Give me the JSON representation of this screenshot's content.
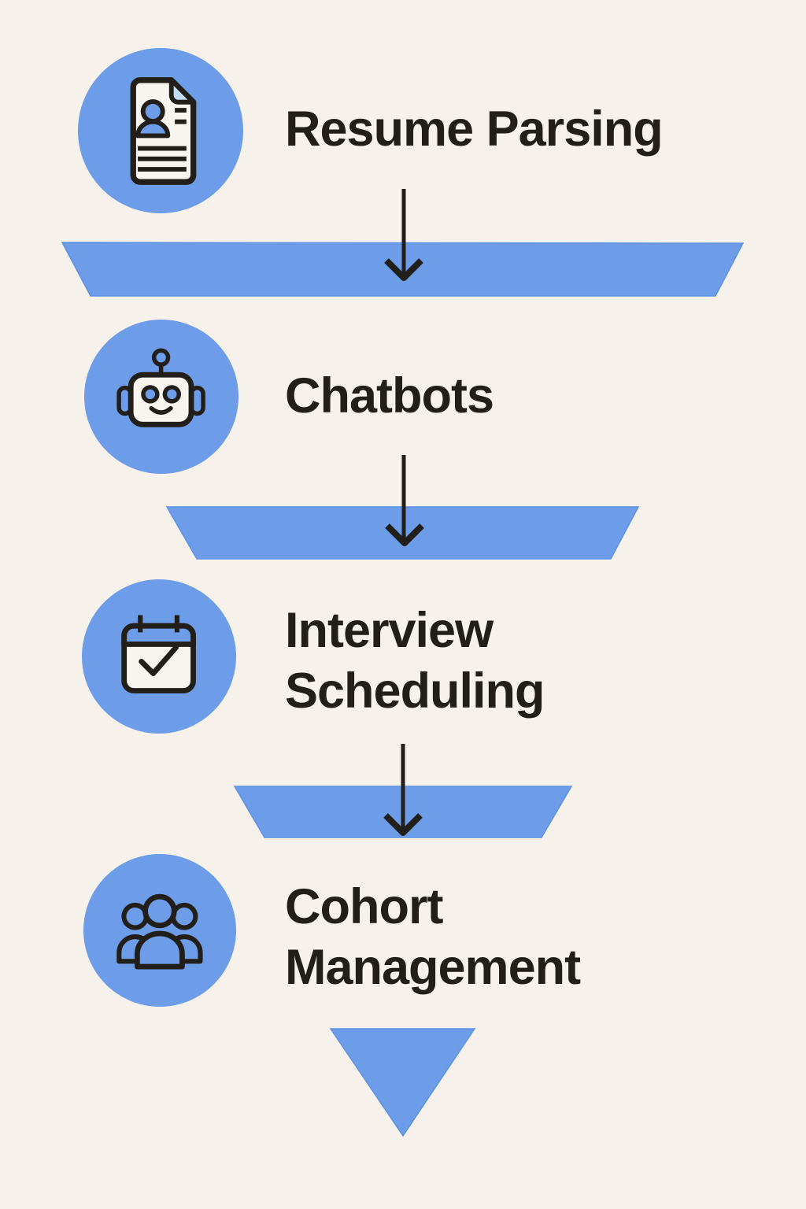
{
  "diagram": {
    "type": "funnel",
    "stages": [
      {
        "label": "Resume Parsing",
        "icon": "resume-document-icon"
      },
      {
        "label": "Chatbots",
        "icon": "robot-icon"
      },
      {
        "label": "Interview Scheduling",
        "icon": "calendar-check-icon"
      },
      {
        "label": "Cohort Management",
        "icon": "people-group-icon"
      }
    ],
    "connectors": [
      {
        "name": "down-arrow-1",
        "glyph": "↓"
      },
      {
        "name": "down-arrow-2",
        "glyph": "↓"
      },
      {
        "name": "down-arrow-3",
        "glyph": "↓"
      }
    ],
    "terminal_shape": "funnel-apex-triangle"
  },
  "colors": {
    "background": "#f6f2eb",
    "accent_blue": "#6d9ce8",
    "accent_blue_edge": "#5f92e4",
    "accent_blue_light": "#bfdff7",
    "icon_face": "#f8f5ef",
    "ink": "#221f1b"
  }
}
